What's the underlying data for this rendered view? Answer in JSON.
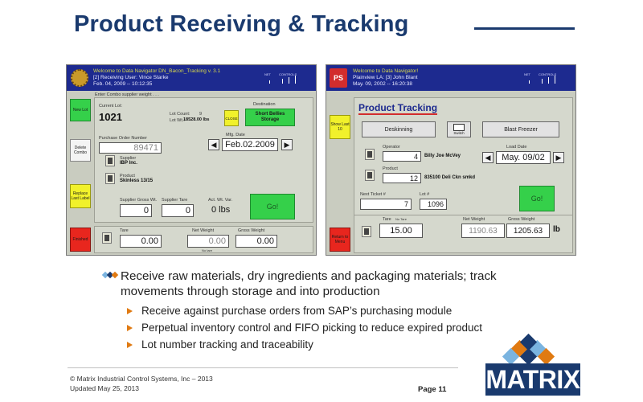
{
  "slide": {
    "title": "Product Receiving & Tracking"
  },
  "left_screen": {
    "header": {
      "line1": "Welcome to Data Navigator DN_Bacon_Tracking v. 3.1",
      "line2": "[2] Receiving User: Vince Starke",
      "line3": "Feb. 04, 2009 -- 10:12:35"
    },
    "gauge_labels": [
      "NET",
      "CONTROLS"
    ],
    "prompt": "Enter Combo supplier weight . . .",
    "side_buttons": [
      "New Lot",
      "Delete Combo",
      "Replace Last Label",
      "Finished"
    ],
    "current_lot_label": "Current Lot:",
    "current_lot": "1021",
    "lot_count_label": "Lot Count:",
    "lot_count": "9",
    "lot_wt_label": "Lot Wt.:",
    "lot_wt": "18528.00 lbs",
    "close_label": "CLOSE",
    "destination_label": "Destination",
    "destination_value": "Short Bellies Storage",
    "po_label": "Purchase Order Number",
    "po_number": "89471",
    "mfg_date_label": "Mfg. Date",
    "mfg_date": "Feb.02.2009",
    "supplier_label": "Supplier",
    "supplier_value": "IBP Inc.",
    "product_label": "Product",
    "product_value": "Skinless 13/15",
    "supplier_gross_label": "Supplier Gross Wt.",
    "supplier_gross": "0",
    "supplier_tare_label": "Supplier Tare",
    "supplier_tare": "0",
    "act_wt_var_label": "Act. Wt. Var.",
    "act_wt_var": "0 lbs",
    "go_label": "Go!",
    "tare_label": "Tare",
    "tare": "0.00",
    "net_weight_label": "Net Weight",
    "net_weight": "0.00",
    "gross_weight_label": "Gross Weight",
    "gross_weight": "0.00",
    "no_tare": "No tare"
  },
  "right_screen": {
    "header": {
      "line1": "Welcome to Data Navigator!",
      "line2": "Plainview LA: [3] John Blant",
      "line3": "May. 09, 2002 -- 16:20:38"
    },
    "gauge_labels": [
      "NET",
      "CONTROLS"
    ],
    "logo_text": "PS",
    "side_buttons": [
      "Show Last 10",
      "Return to Menu"
    ],
    "title": "Product Tracking",
    "deskinning_label": "Deskinning",
    "switch_label": "Switch",
    "blast_freezer_label": "Blast Freezer",
    "operator_label": "Operator",
    "operator_number": "4",
    "operator_name": "Billy Joe McVey",
    "load_date_label": "Load Date",
    "load_date": "May. 09/02",
    "product_label": "Product",
    "product_number": "12",
    "product_name": "835100 Deli Ckn smkd",
    "next_ticket_label": "Next Ticket #",
    "next_ticket": "7",
    "lot_label": "Lot #",
    "lot": "1096",
    "go_label": "Go!",
    "tare_label": "Tare",
    "no_tare_label": "No Tare",
    "tare": "15.00",
    "net_weight_label": "Net Weight",
    "net_weight": "1190.63",
    "gross_weight_label": "Gross Weight",
    "gross_weight": "1205.63",
    "unit": "lb"
  },
  "bullets": {
    "main": "Receive raw materials, dry ingredients and packaging materials; track movements through storage and into production",
    "subs": [
      "Receive against purchase orders from SAP’s purchasing module",
      "Perpetual inventory control and FIFO picking to reduce expired product",
      "Lot number tracking and traceability"
    ]
  },
  "footer": {
    "copyright": "© Matrix Industrial Control Systems, Inc – 2013",
    "updated": "Updated May 25, 2013",
    "page": "Page 11",
    "logo_word": "MATRIX"
  },
  "colors": {
    "title": "#1a3a6e",
    "header_bar": "#1d2a8f",
    "go_green": "#35d04a",
    "bullet_arrow": "#e07a12",
    "logo_blue": "#1a3a6e",
    "logo_orange": "#e07a12",
    "logo_light_blue": "#7ab4e0"
  }
}
